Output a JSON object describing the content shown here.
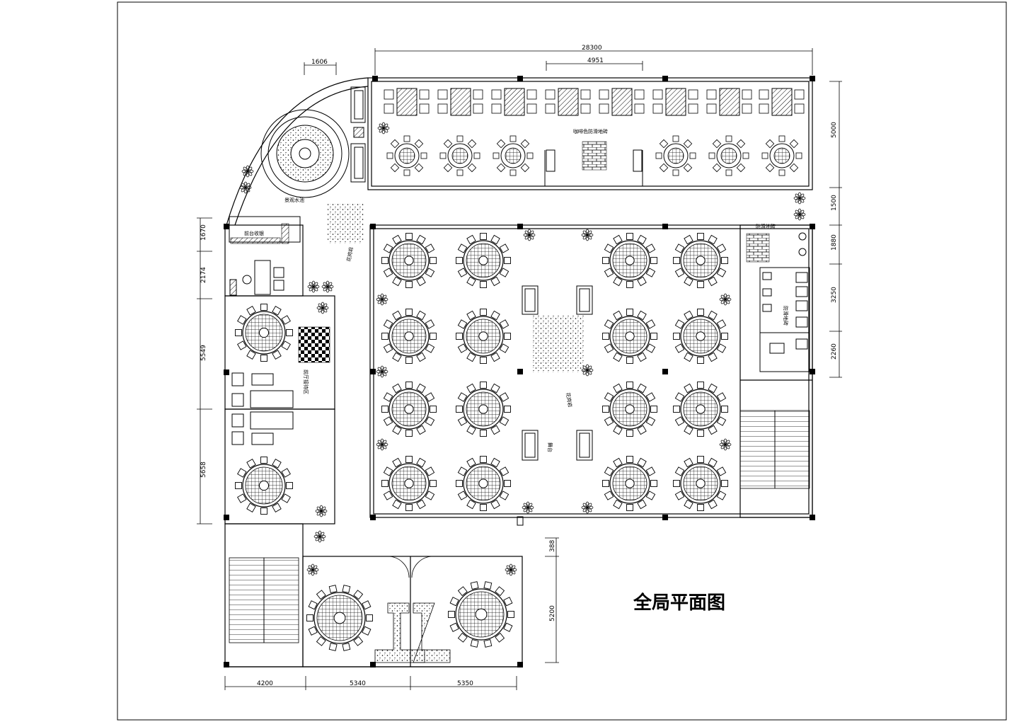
{
  "drawing": {
    "title": "全局平面图",
    "dimensions": {
      "top_overall": "28300",
      "top_inner": "4951",
      "top_left": "1606",
      "right_1": "5000",
      "right_2": "1500",
      "right_3": "1880",
      "right_4": "3250",
      "right_5": "2260",
      "left_1": "1670",
      "left_2": "2174",
      "left_3": "5549",
      "left_4": "5658",
      "bottom_1": "4200",
      "bottom_2": "5340",
      "bottom_3": "5350",
      "bottom_right_small": "388",
      "bottom_right_tall": "5200"
    },
    "labels": {
      "planter_1": "花岗岩",
      "planter_2": "花岗岩",
      "brick_top": "咖啡色防滑地砖",
      "brick_right": "防滑地砖",
      "restroom": "防滑地砖",
      "reception": "前台收银",
      "private_room": "前厅接待区",
      "stage": "舞台",
      "fountain": "景观水池"
    }
  }
}
